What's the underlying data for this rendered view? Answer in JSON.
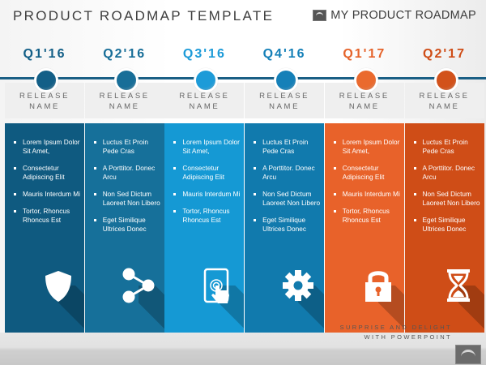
{
  "header": {
    "title": "PRODUCT ROADMAP TEMPLATE",
    "brand": "MY PRODUCT ROADMAP",
    "brand_icon": "presentation-logo-icon"
  },
  "colors": {
    "timeline_line": "#1a5f85",
    "q1_16": "#0f5a80",
    "q2_16": "#16709a",
    "q3_16": "#1599d4",
    "q4_16": "#117aad",
    "q1_17": "#e8622a",
    "q2_17": "#cf4d17"
  },
  "columns": [
    {
      "quarter": "Q1'16",
      "release": [
        "RELEASE",
        "NAME"
      ],
      "color": "#0f5a80",
      "dot_color": "#135f87",
      "label_color": "#135f87",
      "items": [
        "Lorem Ipsum Dolor Sit Amet,",
        "Consectetur Adipiscing Elit",
        "Mauris Interdum Mi",
        "Tortor, Rhoncus Rhoncus Est"
      ],
      "icon": "shield-icon"
    },
    {
      "quarter": "Q2'16",
      "release": [
        "RELEASE",
        "NAME"
      ],
      "color": "#16709a",
      "dot_color": "#186e98",
      "label_color": "#186e98",
      "items": [
        "Luctus Et Proin Pede Cras",
        "A Porttitor. Donec Arcu",
        "Non Sed Dictum Laoreet Non Libero",
        "Eget Similique Ultrices Donec"
      ],
      "icon": "share-icon"
    },
    {
      "quarter": "Q3'16",
      "release": [
        "RELEASE",
        "NAME"
      ],
      "color": "#1599d4",
      "dot_color": "#1d9bd8",
      "label_color": "#1d9bd8",
      "items": [
        "Lorem Ipsum Dolor Sit Amet,",
        "Consectetur Adipiscing Elit",
        "Mauris Interdum Mi",
        "Tortor, Rhoncus Rhoncus Est"
      ],
      "icon": "touch-phone-icon"
    },
    {
      "quarter": "Q4'16",
      "release": [
        "RELEASE",
        "NAME"
      ],
      "color": "#117aad",
      "dot_color": "#1580b8",
      "label_color": "#1580b8",
      "items": [
        "Luctus Et Proin Pede Cras",
        "A Porttitor. Donec Arcu",
        "Non Sed Dictum Laoreet Non Libero",
        "Eget Similique Ultrices Donec"
      ],
      "icon": "gear-icon"
    },
    {
      "quarter": "Q1'17",
      "release": [
        "RELEASE",
        "NAME"
      ],
      "color": "#e8622a",
      "dot_color": "#ea6a2e",
      "label_color": "#e5632a",
      "items": [
        "Lorem Ipsum Dolor Sit Amet,",
        "Consectetur Adipiscing Elit",
        "Mauris Interdum Mi",
        "Tortor, Rhoncus Rhoncus Est"
      ],
      "icon": "padlock-icon"
    },
    {
      "quarter": "Q2'17",
      "release": [
        "RELEASE",
        "NAME"
      ],
      "color": "#cf4d17",
      "dot_color": "#d2521b",
      "label_color": "#cf4d17",
      "items": [
        "Luctus Et Proin Pede Cras",
        "A Porttitor. Donec Arcu",
        "Non Sed Dictum Laoreet Non Libero",
        "Eget Similique Ultrices Donec"
      ],
      "icon": "hourglass-icon"
    }
  ],
  "footer": {
    "line1": "SURPRISE AND DELIGHT",
    "line2": "WITH POWERPOINT",
    "icon": "presentation-logo-icon"
  }
}
